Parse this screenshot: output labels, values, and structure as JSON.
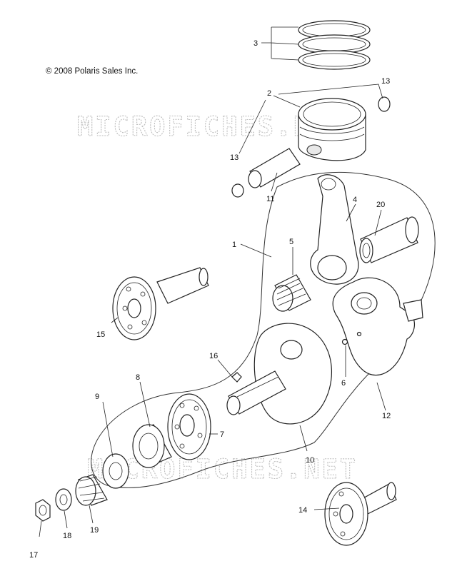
{
  "copyright": "© 2008 Polaris Sales Inc.",
  "watermark": "MICROFICHES.NET",
  "callouts": [
    {
      "id": "1",
      "text": "1"
    },
    {
      "id": "2",
      "text": "2"
    },
    {
      "id": "3",
      "text": "3"
    },
    {
      "id": "4",
      "text": "4"
    },
    {
      "id": "5",
      "text": "5"
    },
    {
      "id": "6",
      "text": "6"
    },
    {
      "id": "7",
      "text": "7"
    },
    {
      "id": "8",
      "text": "8"
    },
    {
      "id": "9",
      "text": "9"
    },
    {
      "id": "10",
      "text": "10"
    },
    {
      "id": "11",
      "text": "11"
    },
    {
      "id": "12",
      "text": "12"
    },
    {
      "id": "13a",
      "text": "13"
    },
    {
      "id": "13b",
      "text": "13"
    },
    {
      "id": "14",
      "text": "14"
    },
    {
      "id": "15",
      "text": "15"
    },
    {
      "id": "16",
      "text": "16"
    },
    {
      "id": "17",
      "text": "17"
    },
    {
      "id": "18",
      "text": "18"
    },
    {
      "id": "19",
      "text": "19"
    },
    {
      "id": "20",
      "text": "20"
    }
  ]
}
